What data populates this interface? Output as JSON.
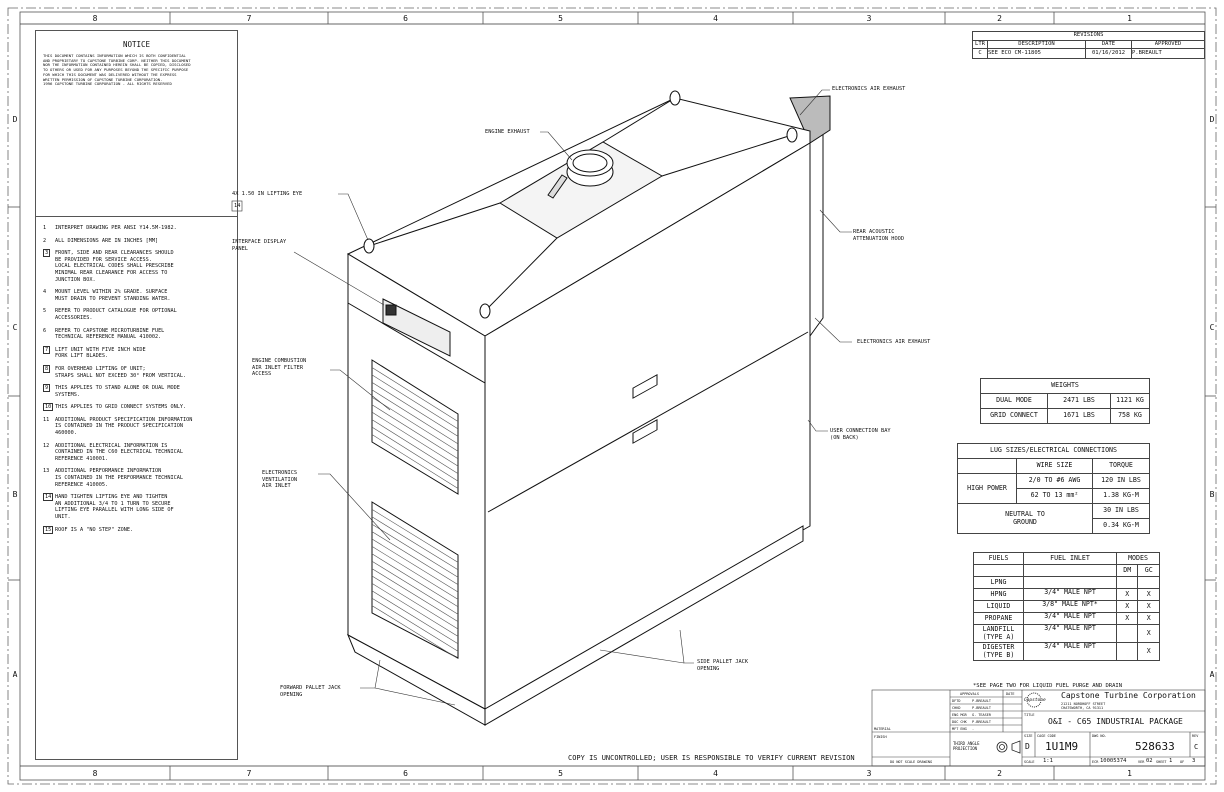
{
  "zones": {
    "columns": [
      "8",
      "7",
      "6",
      "5",
      "4",
      "3",
      "2",
      "1"
    ],
    "rows": [
      "D",
      "C",
      "B",
      "A"
    ]
  },
  "notice": {
    "title": "NOTICE",
    "text": "THIS DOCUMENT CONTAINS INFORMATION WHICH IS BOTH CONFIDENTIAL\nAND PROPRIETARY TO CAPSTONE TURBINE CORP.  NEITHER THIS DOCUMENT\nNOR THE INFORMATION CONTAINED HEREIN SHALL BE COPIED, DISCLOSED\nTO OTHERS OR USED FOR ANY PURPOSES BEYOND THE SPECIFIC PURPOSE\nFOR WHICH THIS DOCUMENT WAS DELIVERED WITHOUT THE EXPRESS\nWRITTEN PERMISSION OF CAPSTONE TURBINE CORPORATION.\n1996 CAPSTONE TURBINE CORPORATION - ALL RIGHTS RESERVED"
  },
  "notes": [
    {
      "num": "1",
      "boxed": false,
      "text": "INTERPRET DRAWING PER ANSI Y14.5M-1982."
    },
    {
      "num": "2",
      "boxed": false,
      "text": "ALL DIMENSIONS ARE IN INCHES [MM]"
    },
    {
      "num": "3",
      "boxed": true,
      "text": "FRONT, SIDE AND REAR CLEARANCES SHOULD\nBE PROVIDED FOR SERVICE ACCESS.\nLOCAL ELECTRICAL CODES SHALL PRESCRIBE\nMINIMAL REAR CLEARANCE FOR ACCESS TO\nJUNCTION BOX."
    },
    {
      "num": "4",
      "boxed": false,
      "text": "MOUNT LEVEL WITHIN 2% GRADE. SURFACE\nMUST DRAIN TO PREVENT STANDING WATER."
    },
    {
      "num": "5",
      "boxed": false,
      "text": "REFER TO PRODUCT CATALOGUE FOR OPTIONAL\nACCESSORIES."
    },
    {
      "num": "6",
      "boxed": false,
      "text": "REFER TO CAPSTONE MICROTURBINE FUEL\nTECHNICAL REFERENCE MANUAL 410002."
    },
    {
      "num": "7",
      "boxed": true,
      "text": "LIFT UNIT WITH FIVE INCH WIDE\nFORK LIFT BLADES."
    },
    {
      "num": "8",
      "boxed": true,
      "text": "FOR OVERHEAD LIFTING OF UNIT;\nSTRAPS SHALL NOT EXCEED 30° FROM VERTICAL."
    },
    {
      "num": "9",
      "boxed": true,
      "text": "THIS APPLIES TO STAND ALONE OR DUAL MODE\nSYSTEMS."
    },
    {
      "num": "10",
      "boxed": true,
      "text": "THIS APPLIES TO GRID CONNECT SYSTEMS ONLY."
    },
    {
      "num": "11",
      "boxed": false,
      "text": "ADDITIONAL PRODUCT SPECIFICATION INFORMATION\nIS CONTAINED IN THE PRODUCT SPECIFICATION\n460000."
    },
    {
      "num": "12",
      "boxed": false,
      "text": "ADDITIONAL ELECTRICAL INFORMATION IS\nCONTAINED IN THE C60 ELECTRICAL TECHNICAL\nREFERENCE 410001."
    },
    {
      "num": "13",
      "boxed": false,
      "text": "ADDITIONAL PERFORMANCE INFORMATION\nIS CONTAINED IN THE PERFORMANCE TECHNICAL\nREFERENCE 410005."
    },
    {
      "num": "14",
      "boxed": true,
      "text": "HAND TIGHTEN LIFTING EYE AND TIGHTEN\nAN ADDITIONAL 3/4 TO 1 TURN TO SECURE\nLIFTING EYE PARALLEL WITH LONG SIDE OF\nUNIT."
    },
    {
      "num": "15",
      "boxed": true,
      "text": "ROOF IS A \"NO STEP\" ZONE."
    }
  ],
  "revisions": {
    "title": "REVISIONS",
    "headers": [
      "LTR",
      "DESCRIPTION",
      "DATE",
      "APPROVED"
    ],
    "rows": [
      [
        "C",
        "SEE ECO CM-11805",
        "01/16/2012",
        "P.BREAULT"
      ]
    ]
  },
  "callouts": {
    "engine_exhaust": "ENGINE EXHAUST",
    "electronics_air_exhaust_top": "ELECTRONICS AIR EXHAUST",
    "lifting_eye": "4X 1.50 IN LIFTING EYE",
    "lifting_eye_note": "14",
    "interface_display": "INTERFACE DISPLAY\nPANEL",
    "rear_hood": "REAR ACOUSTIC\nATTENUATION HOOD",
    "electronics_air_exhaust_side": "ELECTRONICS AIR EXHAUST",
    "combustion_inlet": "ENGINE COMBUSTION\nAIR INLET FILTER\nACCESS",
    "user_connection": "USER CONNECTION BAY\n(ON BACK)",
    "electronics_inlet": "ELECTRONICS\nVENTILATION\nAIR INLET",
    "side_pallet": "SIDE PALLET JACK\nOPENING",
    "forward_pallet": "FORWARD PALLET JACK\nOPENING"
  },
  "weights": {
    "title": "WEIGHTS",
    "rows": [
      [
        "DUAL MODE",
        "2471 LBS",
        "1121 KG"
      ],
      [
        "GRID CONNECT",
        "1671 LBS",
        "758 KG"
      ]
    ]
  },
  "lugs": {
    "title": "LUG SIZES/ELECTRICAL CONNECTIONS",
    "wire_size": "WIRE SIZE",
    "torque": "TORQUE",
    "high_power": "HIGH POWER",
    "hp_rows": [
      [
        "2/0 TO #6 AWG",
        "120 IN LBS"
      ],
      [
        "62 TO 13 mm²",
        "1.38 KG-M"
      ]
    ],
    "neutral": "NEUTRAL TO\nGROUND",
    "neutral_torque": [
      "30 IN LBS",
      "0.34 KG-M"
    ]
  },
  "fuels": {
    "headers": [
      "FUELS",
      "FUEL INLET",
      "MODES"
    ],
    "modes": [
      "DM",
      "GC"
    ],
    "rows": [
      [
        "LPNG",
        "",
        "",
        ""
      ],
      [
        "HPNG",
        "3/4\" MALE NPT",
        "X",
        "X"
      ],
      [
        "LIQUID",
        "3/8\" MALE NPT*",
        "X",
        "X"
      ],
      [
        "PROPANE",
        "3/4\" MALE NPT",
        "X",
        "X"
      ],
      [
        "LANDFILL\n(TYPE A)",
        "3/4\" MALE NPT",
        "",
        "X"
      ],
      [
        "DIGESTER\n(TYPE B)",
        "3/4\" MALE NPT",
        "",
        "X"
      ]
    ],
    "footnote": "*SEE PAGE TWO FOR LIQUID FUEL PURGE AND DRAIN"
  },
  "disclaimer": "COPY IS UNCONTROLLED; USER IS RESPONSIBLE TO VERIFY CURRENT REVISION",
  "title_block": {
    "approvals": "APPROVALS",
    "date": "DATE",
    "signoffs": [
      [
        "DFTD",
        "P.BREAULT"
      ],
      [
        "CHKD",
        "P.BREAULT"
      ],
      [
        "ENG MGR",
        "G. TEASER"
      ],
      [
        "DOC CHK",
        "P.BREAULT"
      ],
      [
        "MFT ENG",
        "-"
      ]
    ],
    "material": "MATERIAL",
    "finish": "FINISH",
    "no_scale": "DO NOT SCALE DRAWING",
    "projection": "THIRD ANGLE\nPROJECTION",
    "company": "Capstone Turbine Corporation",
    "logo_text": "Capstone",
    "address": "21211 NORDHOFF STREET\nCHATSWORTH, CA  91311",
    "title_label": "TITLE",
    "title": "O&I - C65 INDUSTRIAL PACKAGE",
    "size_label": "SIZE",
    "size": "D",
    "cage_label": "CAGE CODE",
    "cage": "1U1M9",
    "dwg_label": "DWG NO.",
    "dwg": "528633",
    "rev_label": "REV",
    "rev": "C",
    "scale_label": "SCALE",
    "scale": "1:1",
    "ecr_label": "ECR",
    "ecr": "10005374",
    "ver_label": "VER",
    "ver": "02",
    "sheet_label": "SHEET",
    "sheet": "1",
    "of_label": "OF",
    "of": "3"
  }
}
